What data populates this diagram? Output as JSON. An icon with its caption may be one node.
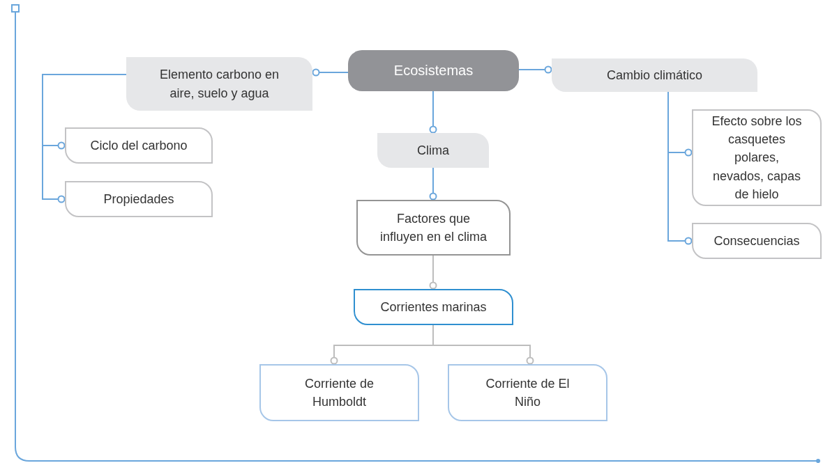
{
  "diagram": {
    "nodes": [
      {
        "text": [
          "Ecosistemas"
        ]
      },
      {
        "text": [
          "Elemento carbono en aire, suelo y agua"
        ]
      },
      {
        "text": [
          "Cambio climático"
        ]
      },
      {
        "text": [
          "Ciclo del carbono"
        ]
      },
      {
        "text": [
          "Propiedades"
        ]
      },
      {
        "text": [
          "Clima"
        ]
      },
      {
        "text": [
          "Factores que influyen en el clima"
        ]
      },
      {
        "text": [
          "Efecto sobre los casquetes polares, nevados, capas de hielo"
        ]
      },
      {
        "text": [
          "Consecuencias"
        ]
      },
      {
        "text": [
          "Corrientes marinas"
        ]
      },
      {
        "text": [
          "Corriente de Humboldt"
        ]
      },
      {
        "text": [
          "Corriente de El Niño"
        ]
      }
    ],
    "edges": [
      {
        "from": 0,
        "to": 1,
        "arrow": "other"
      },
      {
        "from": 0,
        "to": 2,
        "arrow": "other"
      },
      {
        "from": 0,
        "to": 5,
        "arrow": "other"
      },
      {
        "from": 5,
        "to": 6,
        "arrow": "other"
      },
      {
        "from": 1,
        "to": 3,
        "arrow": "other"
      },
      {
        "from": 1,
        "to": 4,
        "arrow": "other"
      },
      {
        "from": 2,
        "to": 7,
        "arrow": "other"
      },
      {
        "from": 2,
        "to": 8,
        "arrow": "other"
      },
      {
        "from": 6,
        "to": 9,
        "arrow": "other",
        "color": "#bdbdbd"
      },
      {
        "from": 9,
        "to": 10,
        "arrow": "other",
        "color": "#bdbdbd"
      },
      {
        "from": 9,
        "to": 11,
        "arrow": "other",
        "color": "#bdbdbd"
      }
    ]
  }
}
